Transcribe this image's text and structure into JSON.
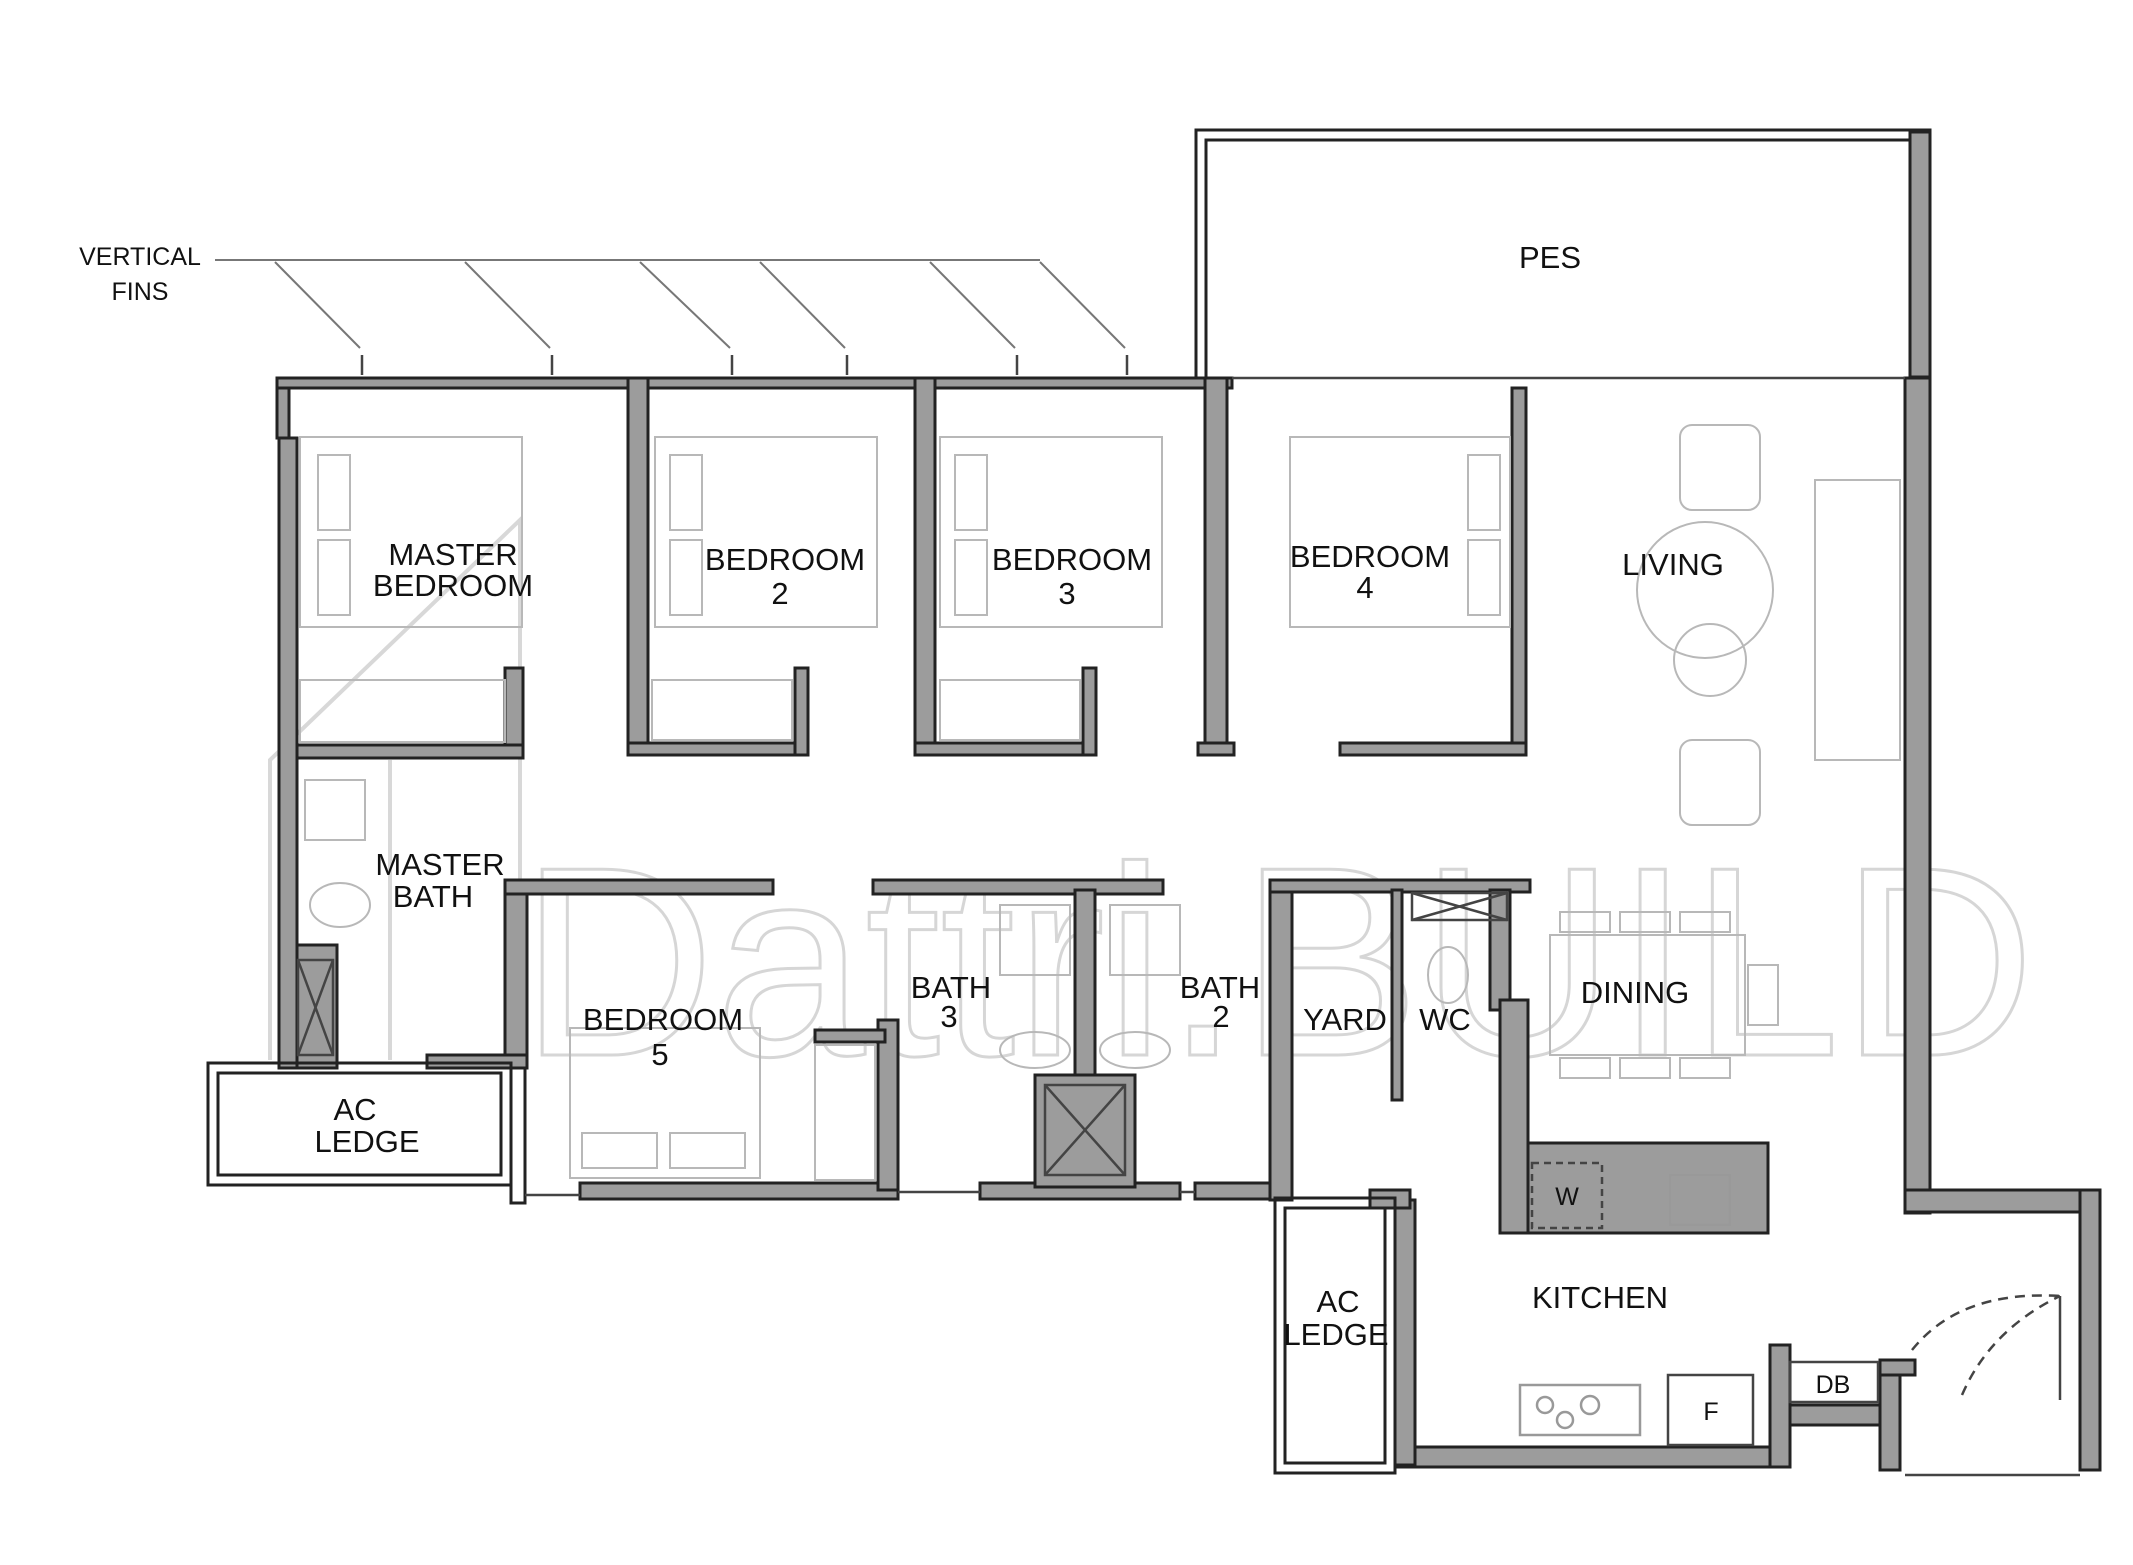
{
  "annotation": {
    "line1": "VERTICAL",
    "line2": "FINS"
  },
  "rooms": {
    "pes": "PES",
    "master_bedroom": [
      "MASTER",
      "BEDROOM"
    ],
    "bedroom2": [
      "BEDROOM",
      "2"
    ],
    "bedroom3": [
      "BEDROOM",
      "3"
    ],
    "bedroom4": [
      "BEDROOM",
      "4"
    ],
    "living": "LIVING",
    "master_bath": [
      "MASTER",
      "BATH"
    ],
    "bedroom5": [
      "BEDROOM",
      "5"
    ],
    "bath3": [
      "BATH",
      "3"
    ],
    "bath2": [
      "BATH",
      "2"
    ],
    "yard": "YARD",
    "wc": "WC",
    "dining": "DINING",
    "ac_ledge_left": [
      "AC",
      "LEDGE"
    ],
    "ac_ledge_right": [
      "AC",
      "LEDGE"
    ],
    "kitchen": "KITCHEN",
    "db": "DB",
    "washer": "W",
    "fridge": "F"
  },
  "watermark": "Dattri.BUILD",
  "colors": {
    "wall_fill": "#9c9c9c",
    "line": "#222222",
    "furniture": "#b8b8b8",
    "watermark": "#d6d6d6"
  }
}
